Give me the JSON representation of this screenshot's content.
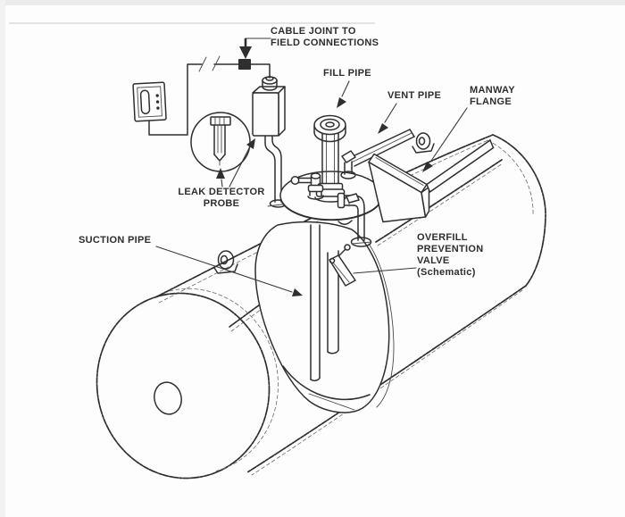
{
  "labels": {
    "cable_joint": {
      "lines": [
        "CABLE JOINT TO",
        "FIELD CONNECTIONS"
      ]
    },
    "fill_pipe": {
      "text": "FILL PIPE"
    },
    "vent_pipe": {
      "text": "VENT PIPE"
    },
    "manway_flange": {
      "lines": [
        "MANWAY",
        "FLANGE"
      ]
    },
    "leak_detector_probe": {
      "lines": [
        "LEAK DETECTOR",
        "PROBE"
      ]
    },
    "suction_pipe": {
      "text": "SUCTION PIPE"
    },
    "overfill_prevention_valve": {
      "lines": [
        "OVERFILL",
        "PREVENTION",
        "VALVE",
        "(Schematic)"
      ]
    }
  },
  "colors": {
    "ink": "#2f2f2f",
    "paper": "#fdfdfd",
    "scan_edge": "#ebebeb"
  }
}
